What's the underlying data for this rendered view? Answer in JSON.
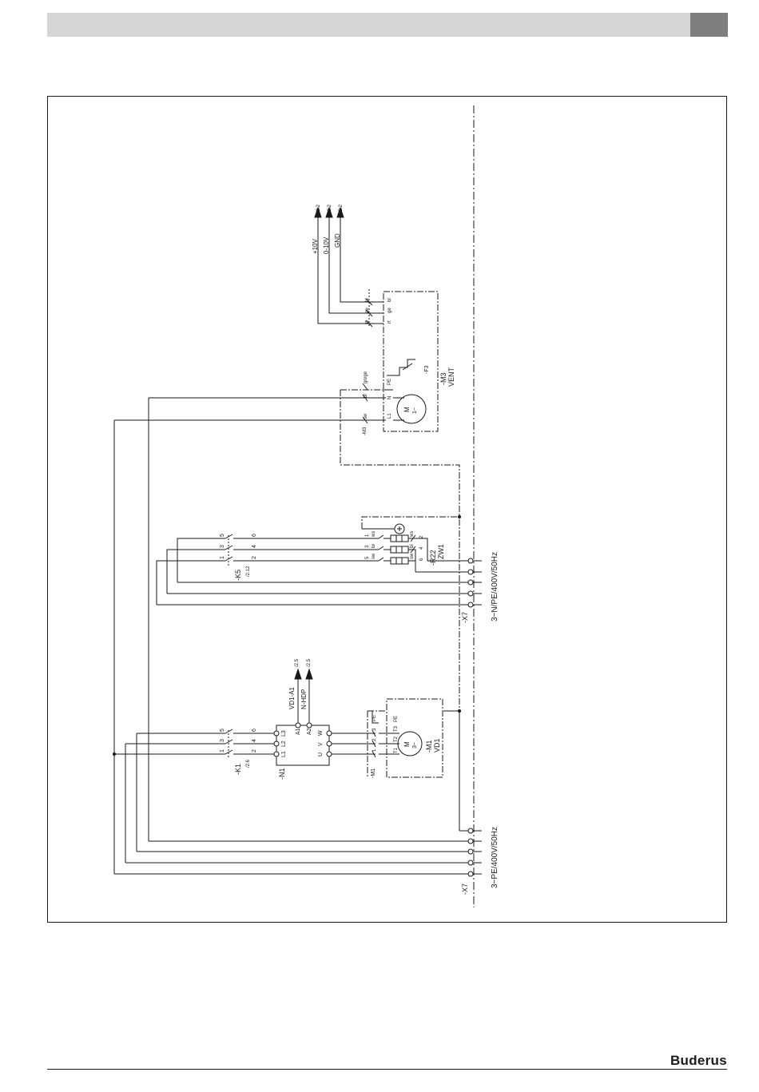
{
  "header": {
    "bar_color": "#d6d6d6",
    "tab_color": "#7f7f7f"
  },
  "brand": {
    "name": "Buderus"
  },
  "diagram": {
    "supply_lower": "3~PE/400V/50Hz",
    "supply_upper": "3~N/PE/400V/50Hz",
    "terminal_x7": "-X7",
    "k1": {
      "label": "-K1",
      "ref": "/2.6",
      "n1": "1",
      "n3": "3",
      "n5": "5",
      "n2": "2",
      "n4": "4",
      "n6": "6"
    },
    "k5": {
      "label": "-K5",
      "ref": "/2.12",
      "n1": "1",
      "n3": "3",
      "n5": "5",
      "n2": "2",
      "n4": "4",
      "n6": "6"
    },
    "n1": {
      "label": "-N1",
      "l1": "L1",
      "l2": "L2",
      "l3": "L3",
      "u": "U",
      "v": "V",
      "w": "W",
      "a1": "A1",
      "a2": "A2"
    },
    "vd1_outputs": {
      "a1_name": "VD1-A1",
      "a2_name": "N-HDP",
      "ref1": "/2.5",
      "ref2": "/2.5"
    },
    "m1": {
      "label": "-M1",
      "name": "VD1",
      "terminal": "-M1",
      "motor": "M",
      "phase": "3~",
      "t1": "T1",
      "t2": "T2",
      "t3": "T3",
      "pe": "PE",
      "c1": "1",
      "c2": "2",
      "c3": "3",
      "cpe": "PE"
    },
    "r22": {
      "label": "-R22",
      "name": "ZW1",
      "c1": "1",
      "c3": "3",
      "c5": "5",
      "c2": "2",
      "c4": "4",
      "c6": "6",
      "ws1": "ws",
      "ws2": "ws",
      "sw": "sw",
      "br": "br",
      "sw2": "sw",
      "bl": "bl",
      "sw3": "sw"
    },
    "m3": {
      "label": "-M3",
      "name": "VENT",
      "terminal": "-M3",
      "motor": "M",
      "phase": "1~",
      "l1": "L1",
      "n": "N",
      "pe": "PE",
      "sw": "sw",
      "bl": "bl",
      "gnge": "gn/ge"
    },
    "f3": {
      "label": "-F3"
    },
    "signals": {
      "s1": "+10V",
      "s2": "0-10V",
      "s3": "GND",
      "ref1": "/2.2",
      "ref2": "/2.2",
      "ref3": "/2.2",
      "rt": "rt",
      "ge": "ge",
      "bl": "bl"
    }
  }
}
